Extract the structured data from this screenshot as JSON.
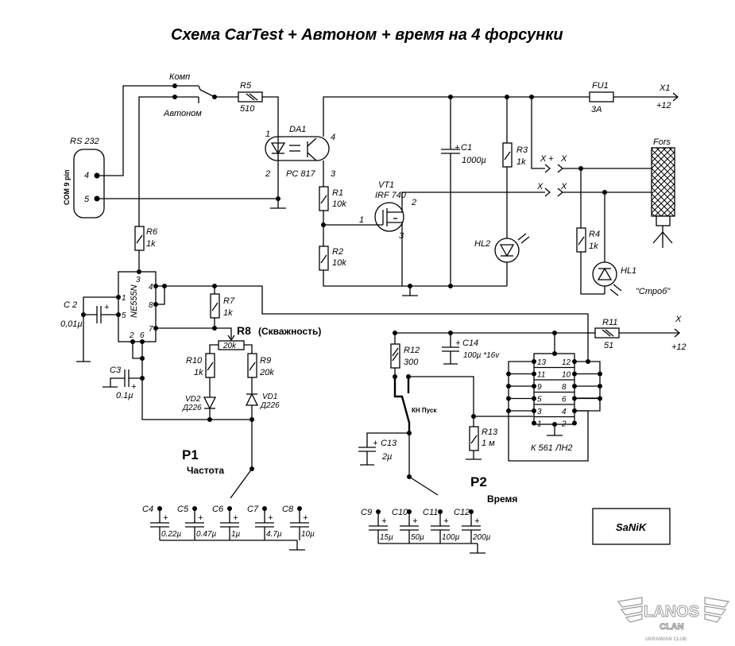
{
  "title": "Схема CarTest + Автоном + время на 4 форсунки",
  "connector": {
    "name": "RS 232",
    "type": "COM 9 pin",
    "pins": [
      "4",
      "5"
    ]
  },
  "switch_mode": {
    "option_1": "Комп",
    "option_2": "Автоном"
  },
  "components": {
    "R1": {
      "ref": "R1",
      "value": "10k"
    },
    "R2": {
      "ref": "R2",
      "value": "10k"
    },
    "R3": {
      "ref": "R3",
      "value": "1k"
    },
    "R4": {
      "ref": "R4",
      "value": "1k"
    },
    "R5": {
      "ref": "R5",
      "value": "510"
    },
    "R6": {
      "ref": "R6",
      "value": "1k"
    },
    "R7": {
      "ref": "R7",
      "value": "1k"
    },
    "R8": {
      "ref": "R8",
      "value": "20k",
      "note": "(Скважность)"
    },
    "R9": {
      "ref": "R9",
      "value": "20k"
    },
    "R10": {
      "ref": "R10",
      "value": "1k"
    },
    "R11": {
      "ref": "R11",
      "value": "51"
    },
    "R12": {
      "ref": "R12",
      "value": "300"
    },
    "R13": {
      "ref": "R13",
      "value": "1 м"
    },
    "C1": {
      "ref": "C1",
      "value": "1000µ"
    },
    "C2": {
      "ref": "C 2",
      "value": "0,01µ"
    },
    "C3": {
      "ref": "C3",
      "value": "0.1µ"
    },
    "C13": {
      "ref": "C13",
      "value": "2µ"
    },
    "C14": {
      "ref": "C14",
      "value": "100µ *16v"
    },
    "DA1": {
      "ref": "DA1",
      "part": "PC 817",
      "pins": [
        "1",
        "2",
        "3",
        "4"
      ]
    },
    "VT1": {
      "ref": "VT1",
      "part": "IRF 740",
      "pins": [
        "1",
        "2",
        "3"
      ]
    },
    "FU1": {
      "ref": "FU1",
      "value": "3A"
    },
    "HL1": {
      "ref": "HL1",
      "note": "\"Строб\""
    },
    "HL2": {
      "ref": "HL2"
    },
    "VD1": {
      "ref": "VD1",
      "part": "Д226"
    },
    "VD2": {
      "ref": "VD2",
      "part": "Д226"
    },
    "U1": {
      "part": "NE555N",
      "pins": [
        "1",
        "2",
        "3",
        "4",
        "5",
        "6",
        "7",
        "8"
      ]
    },
    "U2": {
      "part": "К 561 ЛН2",
      "left_pins": [
        "13",
        "11",
        "9",
        "5",
        "3",
        "1"
      ],
      "right_pins": [
        "12",
        "10",
        "8",
        "6",
        "4",
        "2"
      ]
    },
    "SW_start": {
      "label": "КН Пуск"
    },
    "injector": {
      "label": "Fors"
    }
  },
  "terminals": {
    "x1": {
      "ref": "X1",
      "voltage": "+12"
    },
    "x_power": {
      "ref": "X",
      "voltage": "+12"
    },
    "x_plus": "X",
    "x_plus_sign": "+",
    "x_fors_1": "X",
    "x_fors_2": "X",
    "x_fors_3": "X"
  },
  "selector_p1": {
    "ref": "P1",
    "label": "Частота",
    "caps": [
      {
        "ref": "C4",
        "value": "0.22µ"
      },
      {
        "ref": "C5",
        "value": "0.47µ"
      },
      {
        "ref": "C6",
        "value": "1µ"
      },
      {
        "ref": "C7",
        "value": "4.7µ"
      },
      {
        "ref": "C8",
        "value": "10µ"
      }
    ]
  },
  "selector_p2": {
    "ref": "P2",
    "label": "Время",
    "caps": [
      {
        "ref": "C9",
        "value": "15µ"
      },
      {
        "ref": "C10",
        "value": "50µ"
      },
      {
        "ref": "C11",
        "value": "100µ"
      },
      {
        "ref": "C12",
        "value": "200µ"
      }
    ]
  },
  "author": "SaNiK",
  "watermark": {
    "main": "LANOS",
    "sub": "CLAN",
    "tag": "UKRAINIAN CLUB"
  },
  "plus_sign": "+"
}
